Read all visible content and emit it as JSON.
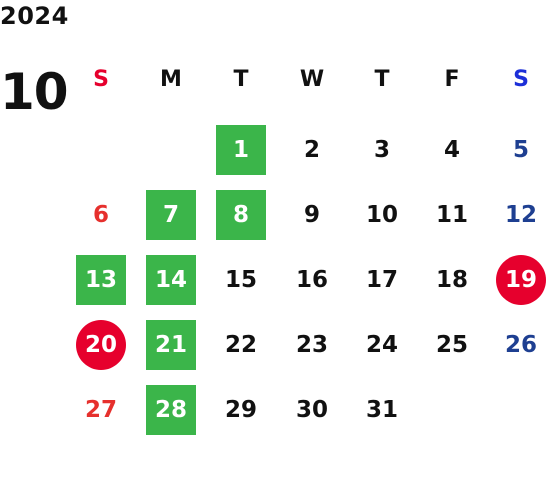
{
  "calendar": {
    "year": "2024",
    "month": "10",
    "weekdays": [
      {
        "label": "S",
        "color": "#e6002d"
      },
      {
        "label": "M",
        "color": "#111111"
      },
      {
        "label": "T",
        "color": "#111111"
      },
      {
        "label": "W",
        "color": "#111111"
      },
      {
        "label": "T",
        "color": "#111111"
      },
      {
        "label": "F",
        "color": "#111111"
      },
      {
        "label": "S",
        "color": "#1c2fd8"
      }
    ],
    "first_weekday_index": 2,
    "days_in_month": 31,
    "highlighted_green": [
      "1",
      "7",
      "8",
      "13",
      "14",
      "21",
      "28"
    ],
    "highlighted_red_circle": [
      "19",
      "20"
    ],
    "colors": {
      "sunday_text": "#e6302d",
      "saturday_text": "#1e3f91",
      "weekday_text": "#111111",
      "green_box": "#3bb54a",
      "red_circle": "#e6002d"
    }
  }
}
